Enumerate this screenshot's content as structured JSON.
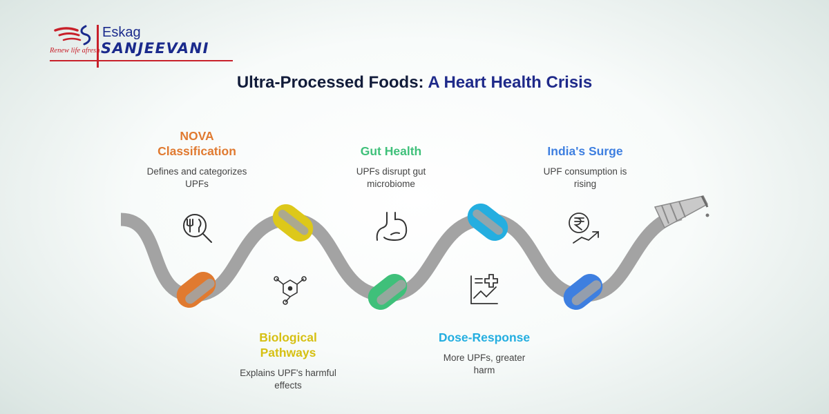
{
  "logo": {
    "top_word": "Eskag",
    "main_word": "SANJEEVANI",
    "tagline": "Renew life afresh"
  },
  "title": {
    "part1": "Ultra-Processed Foods: ",
    "part2": "A Heart Health Crisis"
  },
  "colors": {
    "title_dark": "#121c3a",
    "title_accent": "#1f2a8a",
    "rope": "#a3a3a3",
    "nova": "#e07a30",
    "biological": "#ddc81a",
    "gut": "#3fc07a",
    "dose": "#24aee0",
    "india": "#3e7fe0"
  },
  "steps": [
    {
      "id": "nova",
      "title_line1": "NOVA",
      "title_line2": "Classification",
      "desc_line1": "Defines and categorizes",
      "desc_line2": "UPFs",
      "icon": "food-search-icon",
      "color": "#e07a30"
    },
    {
      "id": "biological",
      "title_line1": "Biological",
      "title_line2": "Pathways",
      "desc_line1": "Explains UPF's harmful",
      "desc_line2": "effects",
      "icon": "molecule-icon",
      "color": "#ddc81a"
    },
    {
      "id": "gut",
      "title_line1": "Gut Health",
      "title_line2": "",
      "desc_line1": "UPFs disrupt gut",
      "desc_line2": "microbiome",
      "icon": "stomach-icon",
      "color": "#3fc07a"
    },
    {
      "id": "dose",
      "title_line1": "Dose-Response",
      "title_line2": "",
      "desc_line1": "More UPFs, greater",
      "desc_line2": "harm",
      "icon": "chart-plus-icon",
      "color": "#24aee0"
    },
    {
      "id": "india",
      "title_line1": "India's Surge",
      "title_line2": "",
      "desc_line1": "UPF consumption is",
      "desc_line2": "rising",
      "icon": "rupee-trend-icon",
      "color": "#3e7fe0"
    }
  ]
}
